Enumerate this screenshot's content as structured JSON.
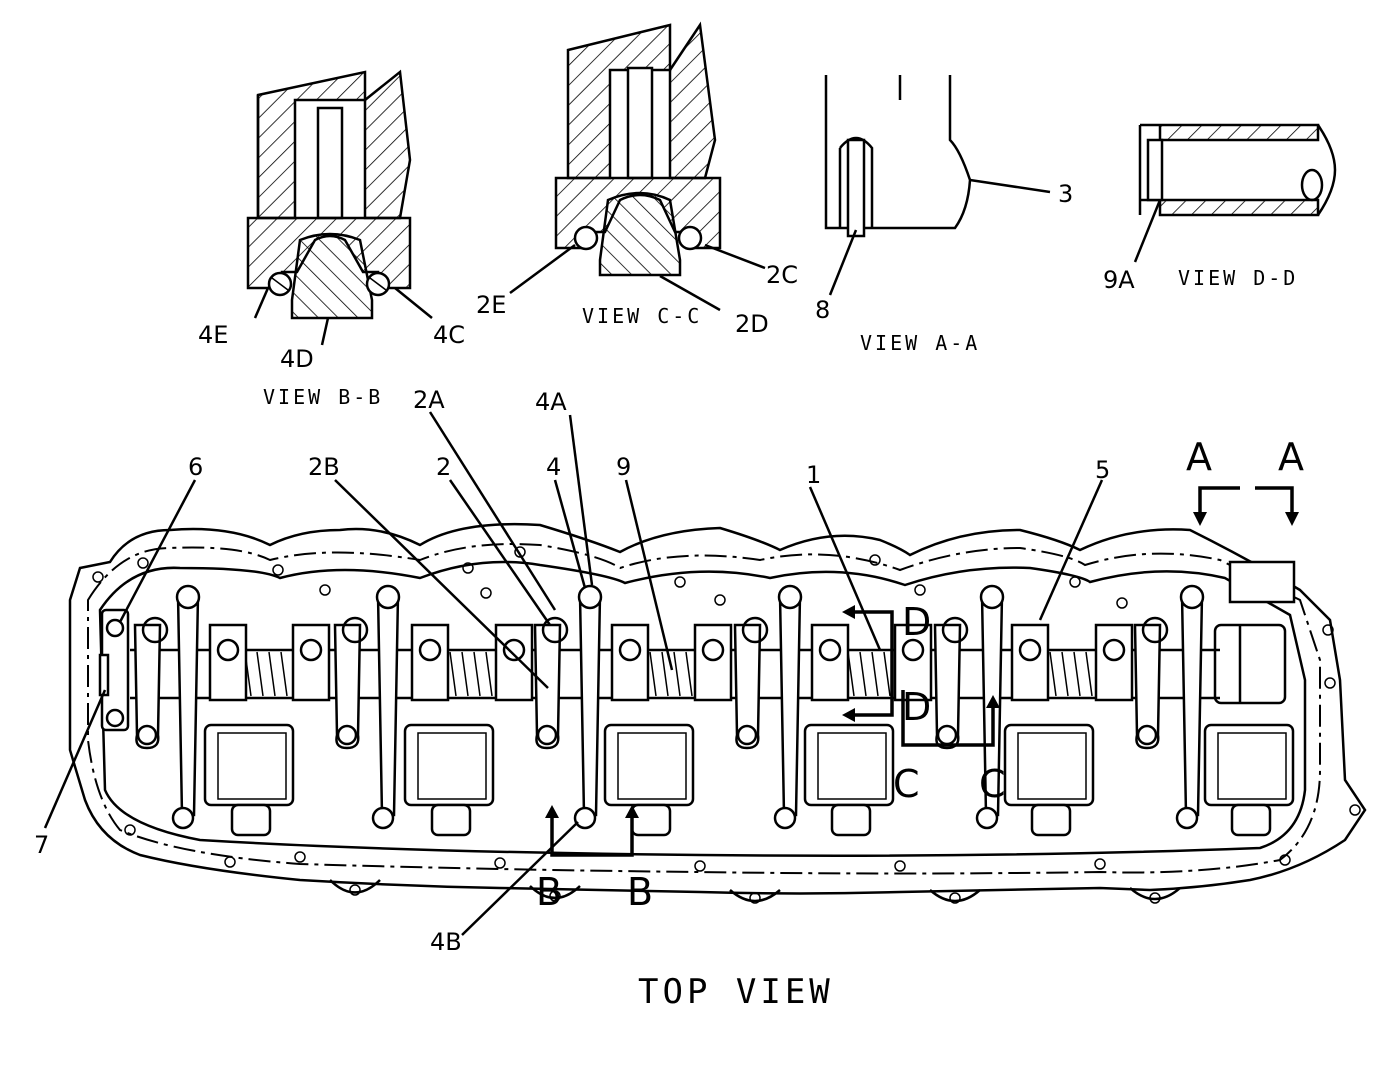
{
  "labels": {
    "l1": "1",
    "l2": "2",
    "l2A": "2A",
    "l2B": "2B",
    "l2C": "2C",
    "l2D": "2D",
    "l2E": "2E",
    "l3": "3",
    "l4": "4",
    "l4A": "4A",
    "l4B": "4B",
    "l4C": "4C",
    "l4D": "4D",
    "l4E": "4E",
    "l5": "5",
    "l6": "6",
    "l7": "7",
    "l8": "8",
    "l9": "9",
    "l9A": "9A"
  },
  "views": {
    "bb": "VIEW B-B",
    "cc": "VIEW C-C",
    "aa": "VIEW A-A",
    "dd": "VIEW D-D",
    "top": "TOP VIEW"
  },
  "section_markers": {
    "a_left": "A",
    "a_right": "A",
    "b_left": "B",
    "b_right": "B",
    "c_left": "C",
    "c_right": "C",
    "d_top": "D",
    "d_bottom": "D"
  }
}
